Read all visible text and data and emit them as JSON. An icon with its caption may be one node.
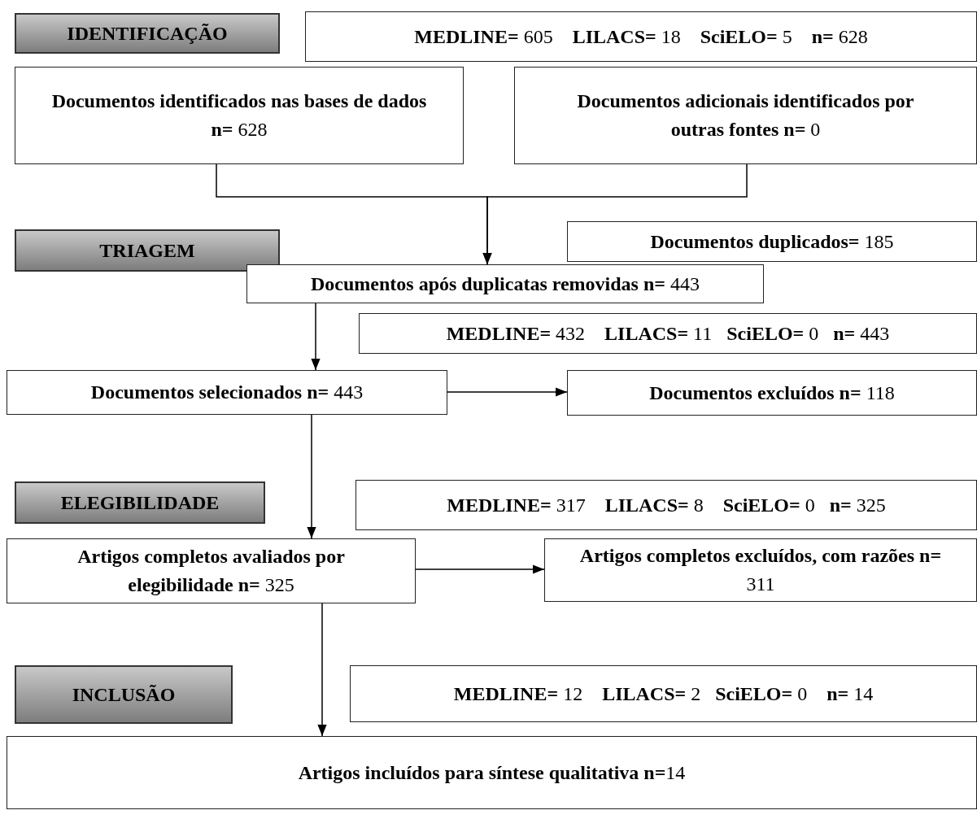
{
  "diagram": {
    "nodes": [
      {
        "text": [
          "IDENTIFICAÇÃO"
        ]
      },
      {
        "text": [
          "**MEDLINE=** 605    **LILACS=** 18    **SciELO=** 5    **n=** 628"
        ]
      },
      {
        "text": [
          "**Documentos identificados nas bases de dados n=** 628"
        ]
      },
      {
        "text": [
          "**Documentos adicionais identificados por outras fontes n=** 0"
        ]
      },
      {
        "text": [
          "TRIAGEM"
        ]
      },
      {
        "text": [
          "**Documentos duplicados=** 185"
        ]
      },
      {
        "text": [
          "**Documentos após duplicatas removidas n=** 443"
        ]
      },
      {
        "text": [
          "**MEDLINE=** 432    **LILACS=** 11   **SciELO=** 0   **n=** 443"
        ]
      },
      {
        "text": [
          "**Documentos selecionados n=** 443"
        ]
      },
      {
        "text": [
          "**Documentos excluídos n=** 118"
        ]
      },
      {
        "text": [
          "ELEGIBILIDADE"
        ]
      },
      {
        "text": [
          "**MEDLINE=** 317    **LILACS=** 8    **SciELO=** 0   **n=** 325"
        ]
      },
      {
        "text": [
          "**Artigos completos avaliados por elegibilidade n=** 325"
        ]
      },
      {
        "text": [
          "**Artigos completos excluídos, com razões n=** 311"
        ]
      },
      {
        "text": [
          "INCLUSÃO"
        ]
      },
      {
        "text": [
          "**MEDLINE=** 12    **LILACS=** 2   **SciELO=** 0    **n=** 14"
        ]
      },
      {
        "text": [
          "**Artigos incluídos para síntese qualitativa n=**14"
        ]
      }
    ],
    "edges": [
      {
        "from": 2,
        "to": 6,
        "arrow": "to"
      },
      {
        "from": 3,
        "to": 6,
        "arrow": "to"
      },
      {
        "from": 6,
        "to": 8,
        "arrow": "to"
      },
      {
        "from": 8,
        "to": 9,
        "arrow": "to"
      },
      {
        "from": 8,
        "to": 12,
        "arrow": "to"
      },
      {
        "from": 12,
        "to": 13,
        "arrow": "to"
      },
      {
        "from": 12,
        "to": 16,
        "arrow": "to"
      }
    ]
  }
}
